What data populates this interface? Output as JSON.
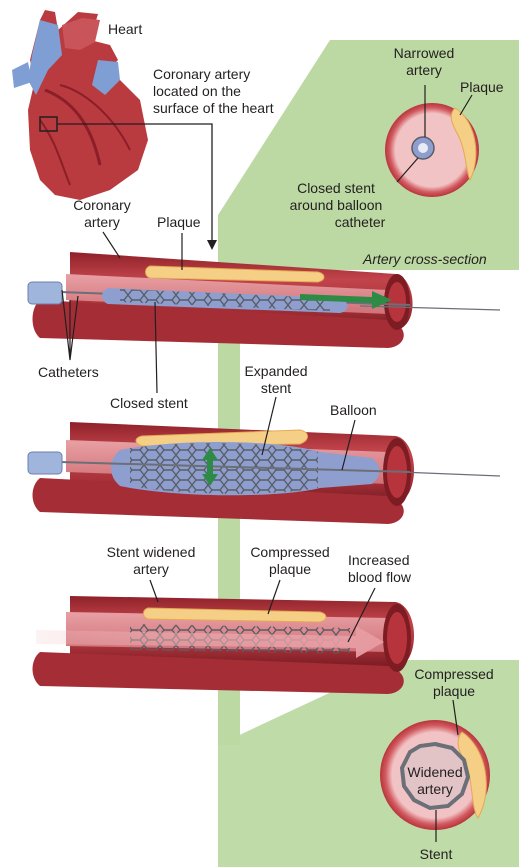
{
  "labels": {
    "heart": "Heart",
    "coronary_location_1": "Coronary artery",
    "coronary_location_2": "located on the",
    "coronary_location_3": "surface of the heart",
    "narrowed_1": "Narrowed",
    "narrowed_2": "artery",
    "plaque_top_right": "Plaque",
    "closed_stent_balloon_1": "Closed stent",
    "closed_stent_balloon_2": "around balloon",
    "closed_stent_balloon_3": "catheter",
    "artery_cross_section": "Artery cross-section",
    "coronary_artery_1": "Coronary",
    "coronary_artery_2": "artery",
    "plaque_mid": "Plaque",
    "catheters": "Catheters",
    "closed_stent": "Closed stent",
    "expanded_stent_1": "Expanded",
    "expanded_stent_2": "stent",
    "balloon": "Balloon",
    "stent_widened_1": "Stent widened",
    "stent_widened_2": "artery",
    "compressed_plaque_1": "Compressed",
    "compressed_plaque_2": "plaque",
    "increased_flow_1": "Increased",
    "increased_flow_2": "blood flow",
    "compressed_plaque_br_1": "Compressed",
    "compressed_plaque_br_2": "plaque",
    "widened_artery_1": "Widened",
    "widened_artery_2": "artery",
    "stent_bottom": "Stent"
  },
  "colors": {
    "panel_green": "#b9d6a0",
    "artery_red": "#b8343c",
    "artery_dark": "#7e1c24",
    "artery_inner": "#d9848a",
    "plaque_yellow": "#f6cf86",
    "balloon_blue": "#8e9fcf",
    "arrow_green": "#2e8b45",
    "flow_pink": "#e9a3a8",
    "heart_blue": "#7f9ed3",
    "heart_red": "#b93a3f"
  },
  "icons": [
    "heart-illustration",
    "stent-mesh",
    "balloon",
    "catheter",
    "flow-arrow",
    "expansion-arrow"
  ]
}
